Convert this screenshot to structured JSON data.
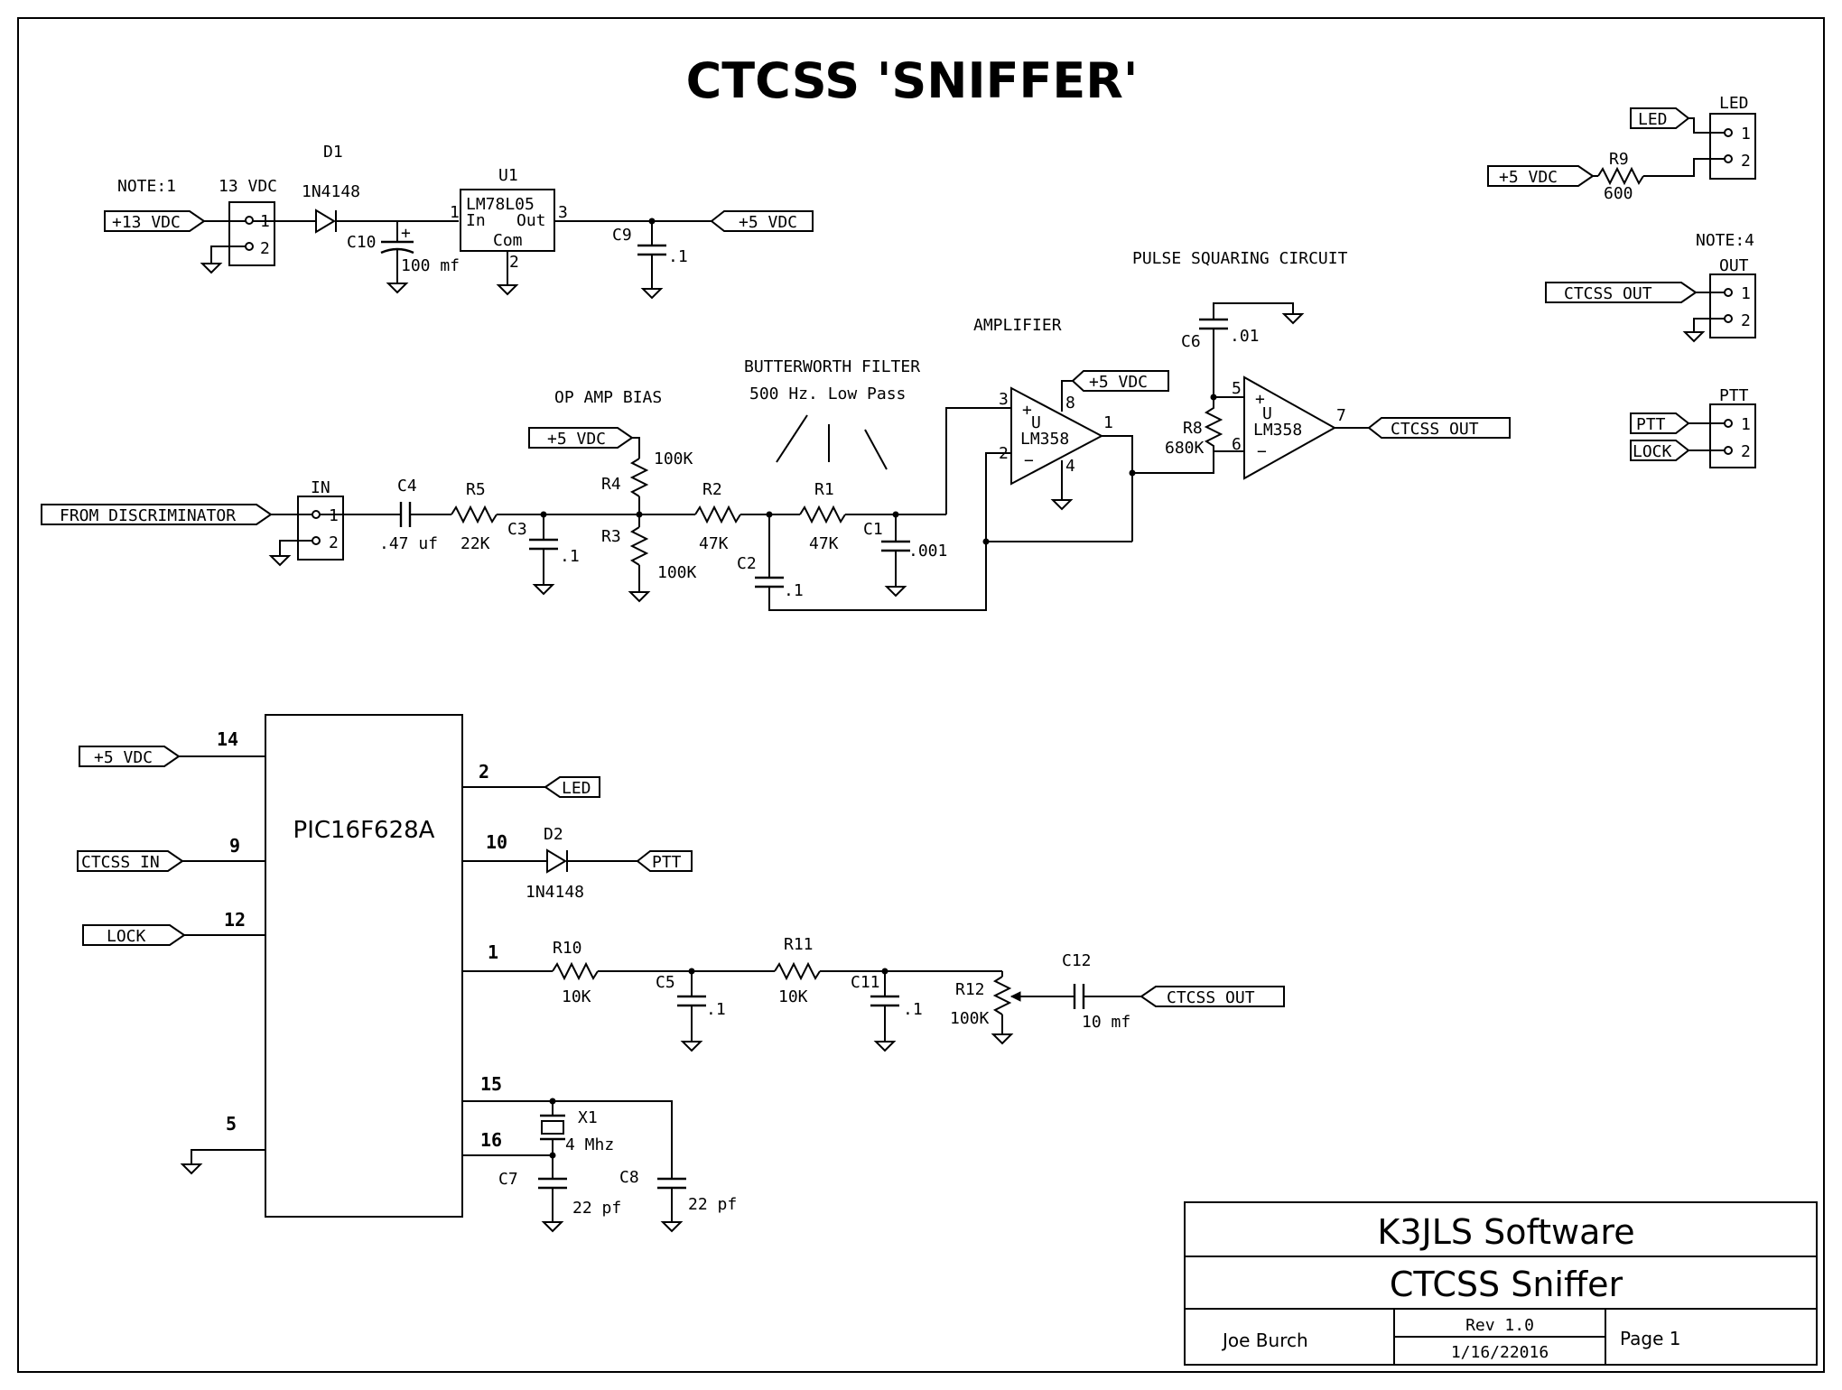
{
  "title": "CTCSS 'SNIFFER'",
  "sections": {
    "op_amp_bias": "OP AMP BIAS",
    "filter_line1": "BUTTERWORTH FILTER",
    "filter_line2": "500 Hz. Low Pass",
    "amplifier": "AMPLIFIER",
    "pulse": "PULSE SQUARING CIRCUIT"
  },
  "notes": {
    "note1": "NOTE:1",
    "note4": "NOTE:4"
  },
  "ports": {
    "p13vdc": "+13 VDC",
    "p5vdc": "+5 VDC",
    "from_disc": "FROM DISCRIMINATOR",
    "ctcss_out": "CTCSS OUT",
    "ctcss_in": "CTCSS IN",
    "led": "LED",
    "ptt": "PTT",
    "lock": "LOCK"
  },
  "connectors": {
    "j13": "13 VDC",
    "jin": "IN",
    "jled": "LED",
    "jout": "OUT",
    "jptt": "PTT",
    "pin1": "1",
    "pin2": "2"
  },
  "components": {
    "D1": {
      "ref": "D1",
      "value": "1N4148"
    },
    "U1": {
      "ref": "U1",
      "value": "LM78L05",
      "pin_in": "In",
      "pin_out": "Out",
      "pin_com": "Com",
      "p1": "1",
      "p2": "2",
      "p3": "3"
    },
    "C10": {
      "ref": "C10",
      "value": "100 mf"
    },
    "C9": {
      "ref": "C9",
      "value": ".1"
    },
    "C4": {
      "ref": "C4",
      "value": ".47 uf"
    },
    "R5": {
      "ref": "R5",
      "value": "22K"
    },
    "C3": {
      "ref": "C3",
      "value": ".1"
    },
    "R4": {
      "ref": "R4",
      "value": "100K"
    },
    "R3": {
      "ref": "R3",
      "value": "100K"
    },
    "R2": {
      "ref": "R2",
      "value": "47K"
    },
    "R1": {
      "ref": "R1",
      "value": "47K"
    },
    "C2": {
      "ref": "C2",
      "value": ".1"
    },
    "C1": {
      "ref": "C1",
      "value": ".001"
    },
    "U_amp": {
      "ref": "U",
      "value": "LM358",
      "p3": "3",
      "p2": "2",
      "p8": "8",
      "p4": "4",
      "p1": "1"
    },
    "C6": {
      "ref": "C6",
      "value": ".01"
    },
    "R8": {
      "ref": "R8",
      "value": "680K"
    },
    "U_sq": {
      "ref": "U",
      "value": "LM358",
      "p5": "5",
      "p6": "6",
      "p7": "7"
    },
    "R9": {
      "ref": "R9",
      "value": "600"
    },
    "PIC": {
      "value": "PIC16F628A",
      "p14": "14",
      "p9": "9",
      "p12": "12",
      "p5": "5",
      "p2": "2",
      "p10": "10",
      "p1": "1",
      "p15": "15",
      "p16": "16"
    },
    "D2": {
      "ref": "D2",
      "value": "1N4148"
    },
    "R10": {
      "ref": "R10",
      "value": "10K"
    },
    "C5": {
      "ref": "C5",
      "value": ".1"
    },
    "R11": {
      "ref": "R11",
      "value": "10K"
    },
    "C11": {
      "ref": "C11",
      "value": ".1"
    },
    "R12": {
      "ref": "R12",
      "value": "100K"
    },
    "C12": {
      "ref": "C12",
      "value": "10 mf"
    },
    "X1": {
      "ref": "X1",
      "value": "4 Mhz"
    },
    "C7": {
      "ref": "C7",
      "value": "22 pf"
    },
    "C8": {
      "ref": "C8",
      "value": "22 pf"
    }
  },
  "title_block": {
    "company": "K3JLS Software",
    "project": "CTCSS Sniffer",
    "author": "Joe Burch",
    "rev": "Rev 1.0",
    "date": "1/16/22016",
    "page": "Page 1"
  }
}
